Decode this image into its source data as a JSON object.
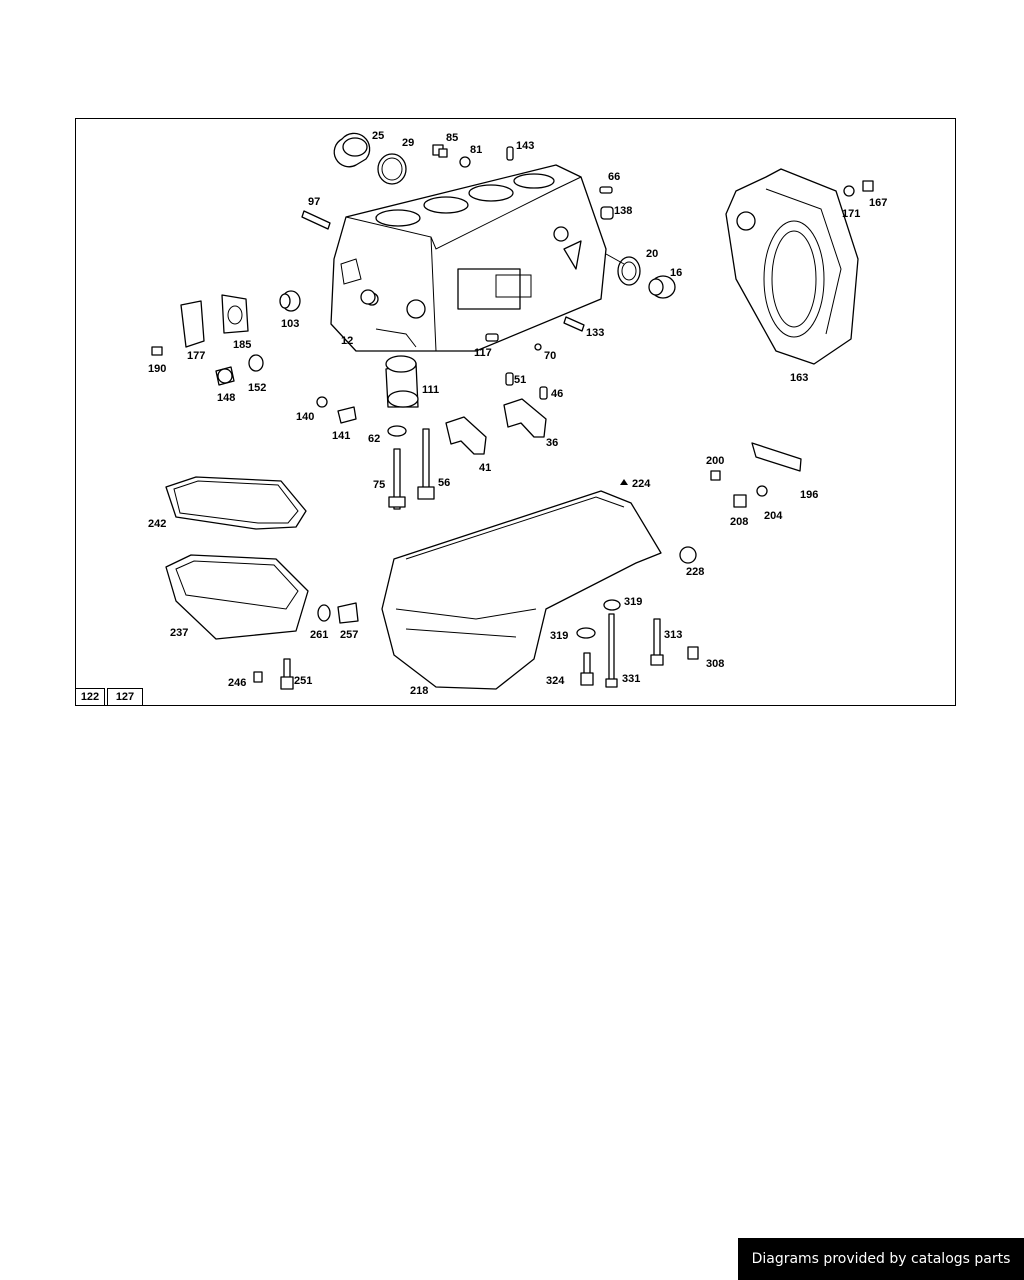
{
  "diagram": {
    "callouts": [
      "25",
      "29",
      "85",
      "81",
      "143",
      "97",
      "66",
      "138",
      "20",
      "16",
      "171",
      "167",
      "103",
      "12",
      "117",
      "133",
      "70",
      "163",
      "177",
      "185",
      "190",
      "148",
      "152",
      "111",
      "51",
      "46",
      "140",
      "141",
      "62",
      "41",
      "36",
      "75",
      "56",
      "224",
      "200",
      "196",
      "242",
      "208",
      "204",
      "228",
      "237",
      "261",
      "257",
      "319",
      "313",
      "319",
      "308",
      "246",
      "251",
      "218",
      "324",
      "331"
    ],
    "reference_boxes": [
      "122",
      "127"
    ]
  },
  "footer": {
    "credit": "Diagrams provided by catalogs parts"
  }
}
